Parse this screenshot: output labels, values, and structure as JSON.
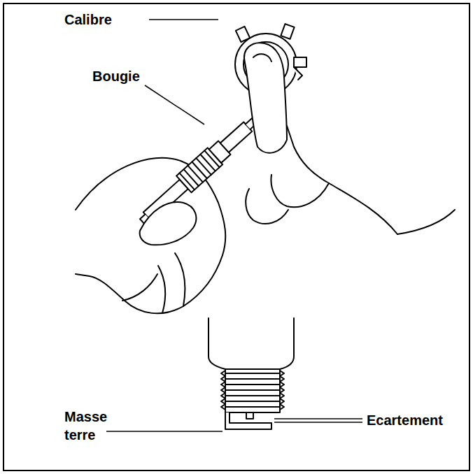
{
  "diagram": {
    "labels": [
      "Calibre",
      "Bougie",
      "Masse terre",
      "Ecartement"
    ]
  }
}
